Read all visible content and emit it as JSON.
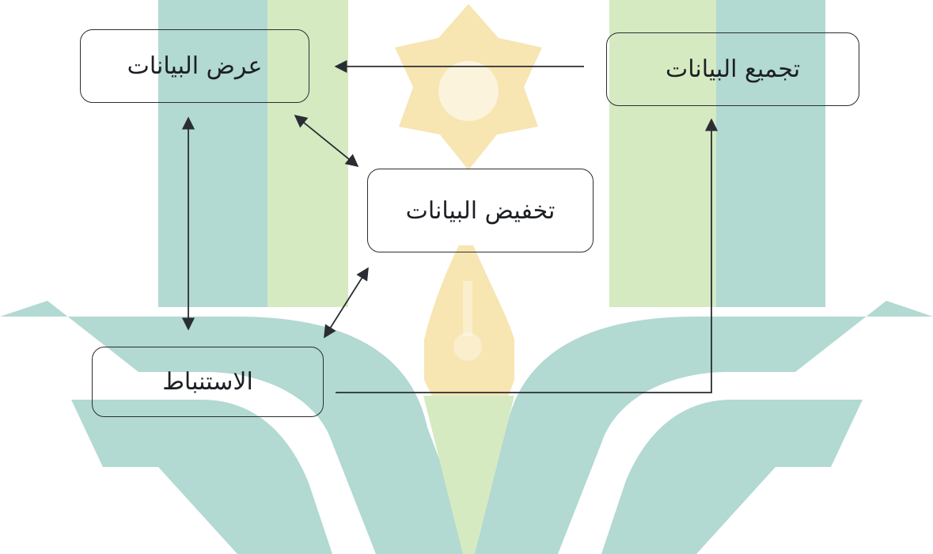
{
  "diagram": {
    "nodes": {
      "collect": "تجميع البيانات",
      "display": "عرض البيانات",
      "reduce": "تخفيض البيانات",
      "infer": "الاستنباط"
    },
    "edges": [
      {
        "from": "collect",
        "to": "display",
        "arrowheads": "end"
      },
      {
        "from": "display",
        "to": "infer",
        "arrowheads": "both"
      },
      {
        "from": "display",
        "to": "reduce",
        "arrowheads": "both"
      },
      {
        "from": "reduce",
        "to": "infer",
        "arrowheads": "both"
      },
      {
        "from": "infer",
        "to": "collect",
        "arrowheads": "end"
      }
    ]
  },
  "colors": {
    "watermark_teal": "#b2d9d2",
    "watermark_green": "#d6eac2",
    "watermark_gold": "#f7e5b2",
    "box_border": "#2a2d33",
    "line": "#2a2d33",
    "text": "#1c1f24"
  }
}
